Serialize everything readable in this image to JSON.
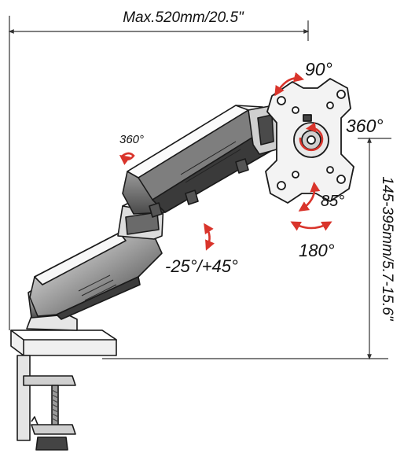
{
  "labels": {
    "max_reach": "Max.520mm/20.5\"",
    "tilt_top": "90°",
    "rotation_right": "360°",
    "swivel_left": "360°",
    "tilt_side": "85°",
    "swivel_bottom": "180°",
    "arm_tilt": "-25°/+45°",
    "height_range": "145-395mm/5.7-15.6\""
  },
  "colors": {
    "line": "#1a1a1a",
    "arm_dark": "#3a3a3a",
    "arm_mid": "#8a8a8a",
    "arm_light": "#d8d8d8",
    "plate": "#f2f2f2",
    "arrow_red": "#d9342b",
    "dim_line": "#333333"
  }
}
